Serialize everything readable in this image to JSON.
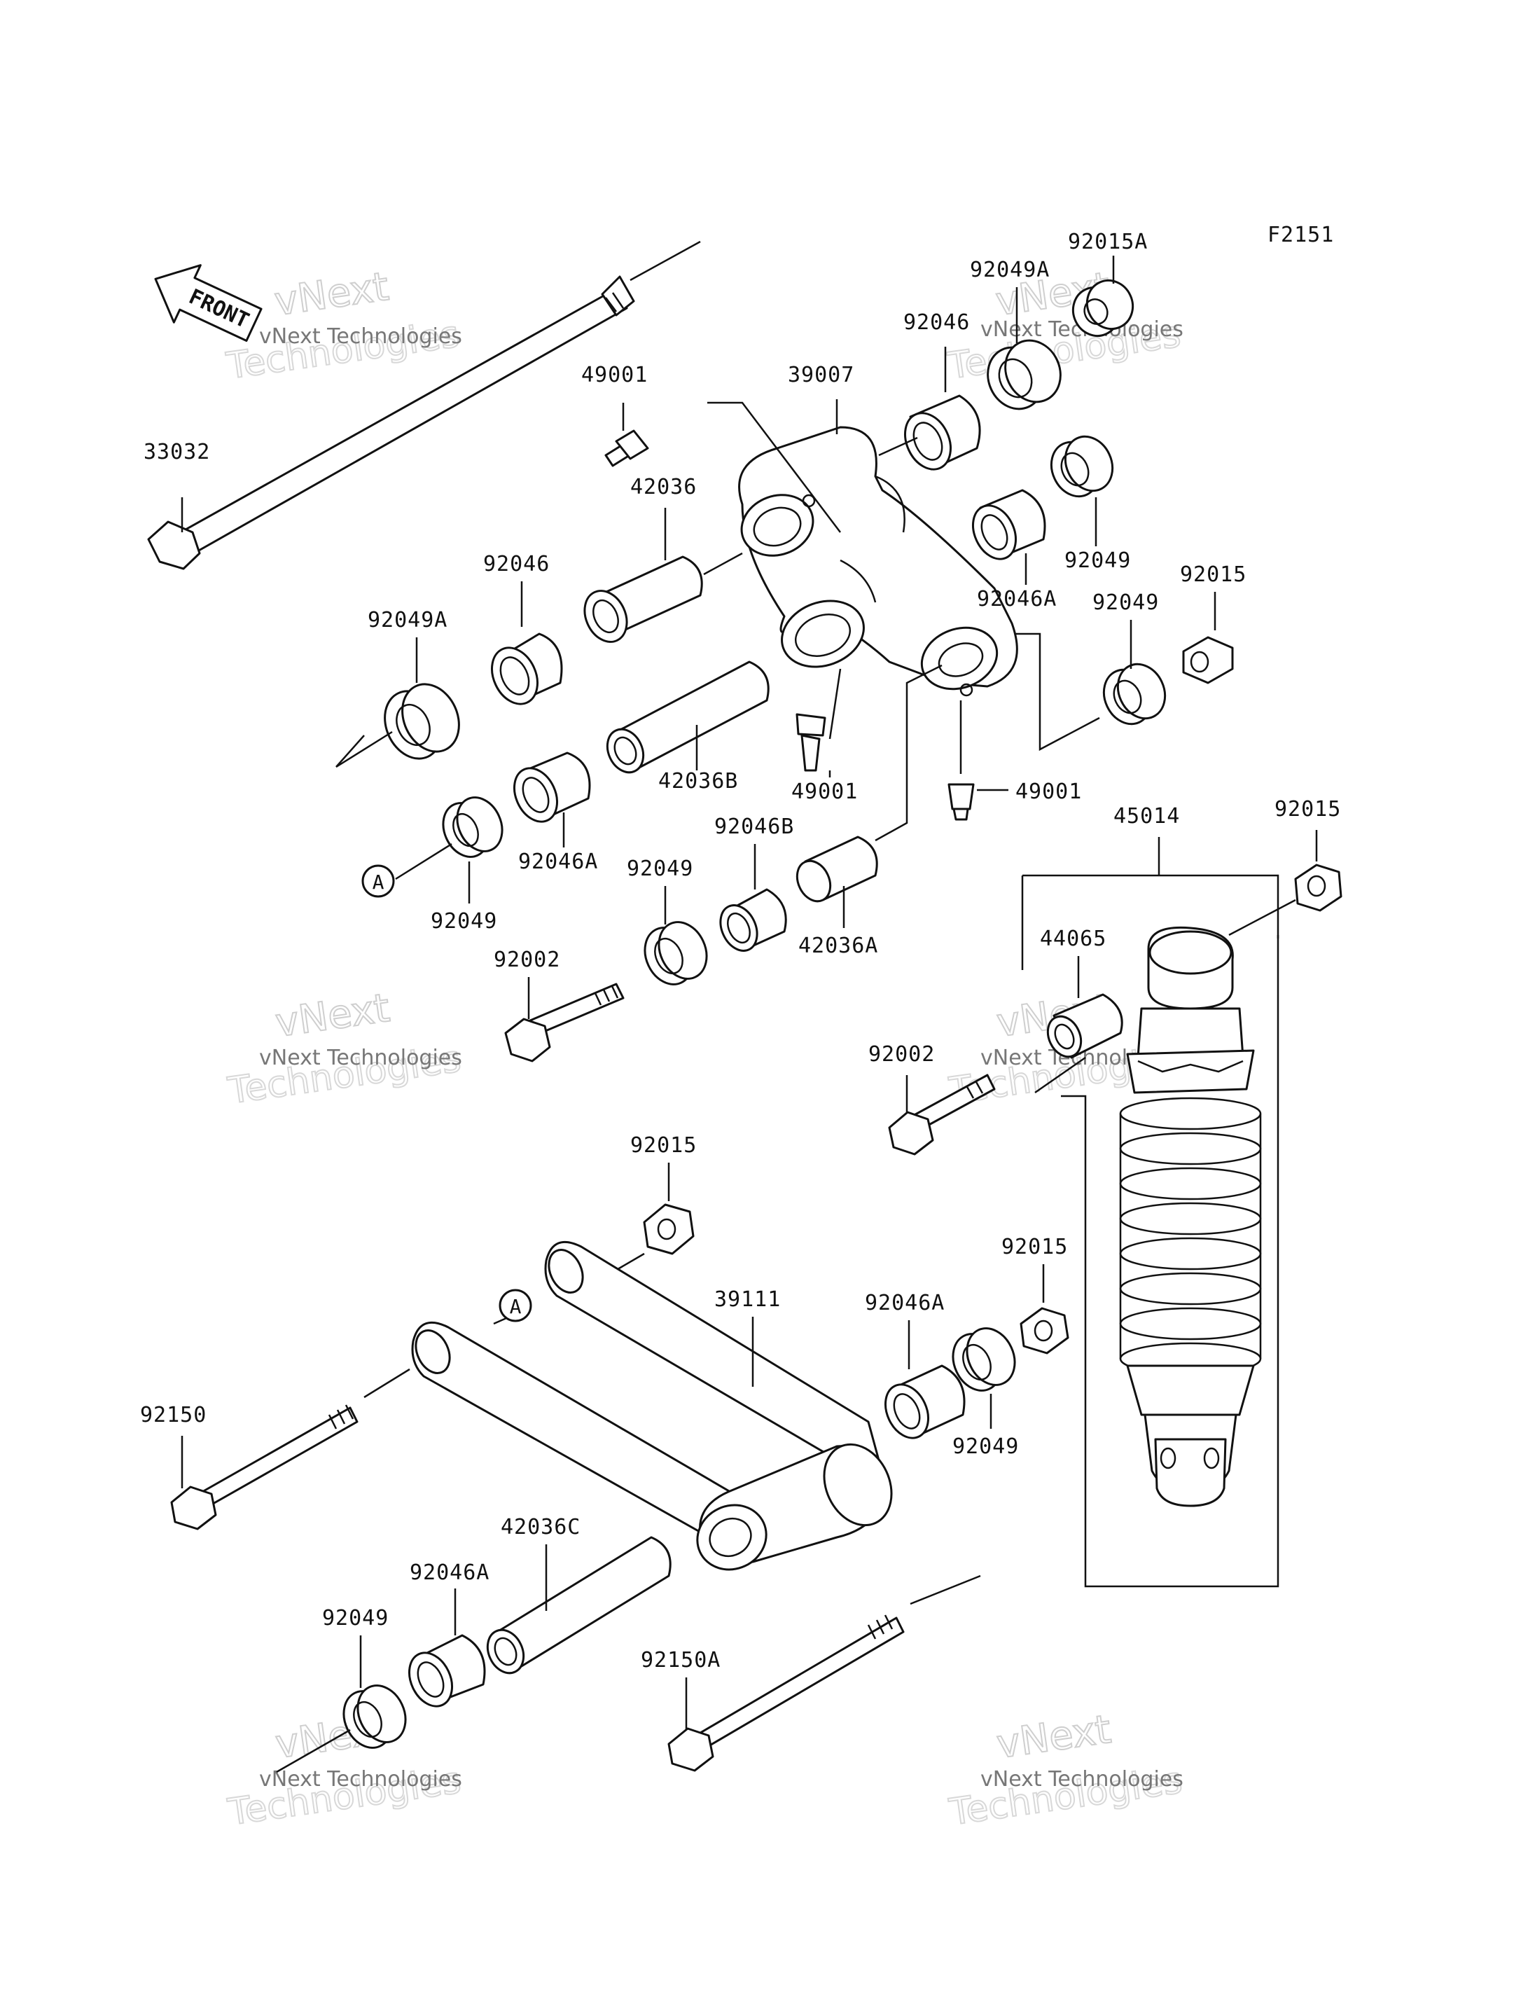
{
  "diagram_code": "F2151",
  "front_label": "FRONT",
  "reference_marker": "A",
  "watermark": {
    "line1": "vNext Technologies",
    "line2": "vNext",
    "line3": "Technologies"
  },
  "part_labels": {
    "p33032": "33032",
    "p49001_a": "49001",
    "p39007": "39007",
    "p92046_top": "92046",
    "p92049A_top": "92049A",
    "p92015A": "92015A",
    "p42036": "42036",
    "p92046_left": "92046",
    "p92049A_left": "92049A",
    "p92049_right": "92049",
    "p92046A_right": "92046A",
    "p92049_right2": "92049",
    "p92015_right": "92015",
    "p42036B": "42036B",
    "p49001_b": "49001",
    "p49001_c": "49001",
    "p92046A_left": "92046A",
    "p92049_left": "92049",
    "p92046B": "92046B",
    "p92049_mid": "92049",
    "p42036A": "42036A",
    "p92002_left": "92002",
    "p45014": "45014",
    "p92015_shock": "92015",
    "p44065": "44065",
    "p92002_right": "92002",
    "p92015_mid": "92015",
    "p39111": "39111",
    "p92015_low": "92015",
    "p92046A_low": "92046A",
    "p92049_low": "92049",
    "p92150": "92150",
    "p42036C": "42036C",
    "p92046A_bottom": "92046A",
    "p92049_bottom": "92049",
    "p92150A": "92150A"
  }
}
